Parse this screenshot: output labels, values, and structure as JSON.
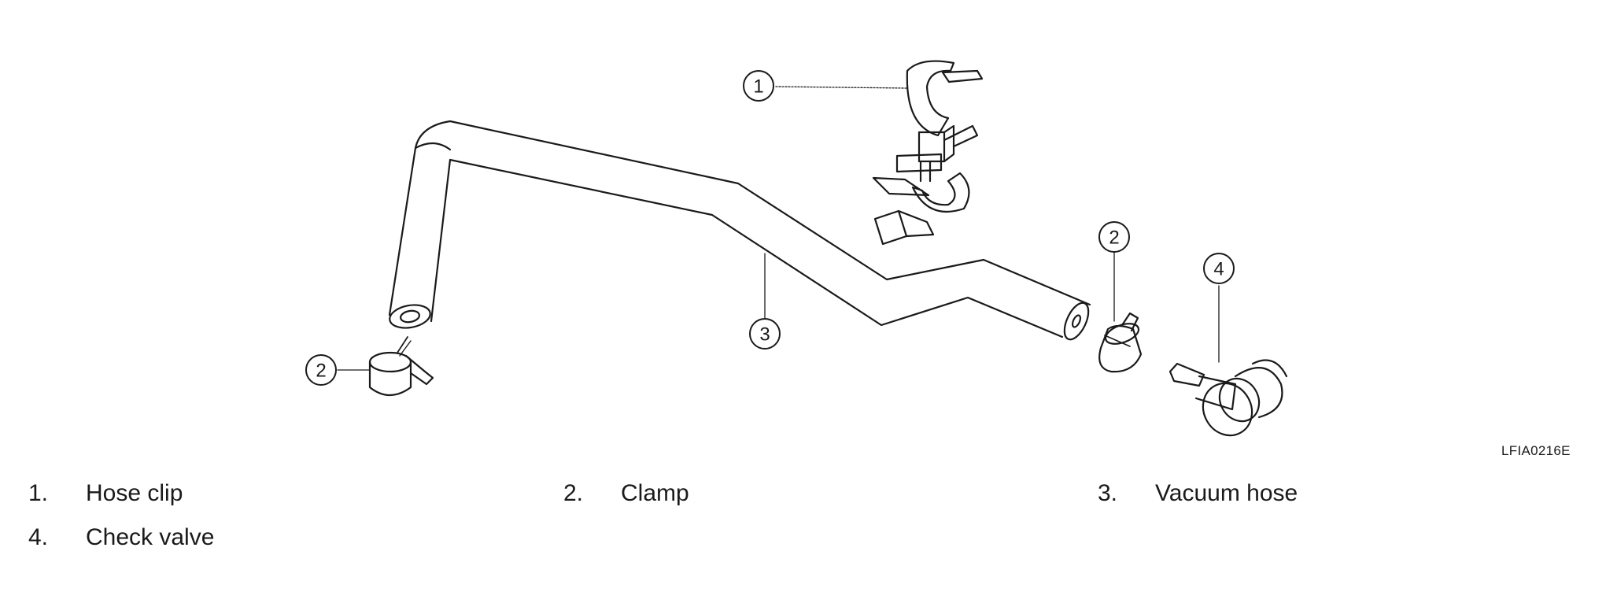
{
  "figure": {
    "code": "LFIA0216E",
    "callouts": [
      "1",
      "2",
      "3",
      "2",
      "4"
    ]
  },
  "legend": [
    {
      "num": "1.",
      "label": "Hose clip"
    },
    {
      "num": "2.",
      "label": "Clamp"
    },
    {
      "num": "3.",
      "label": "Vacuum hose"
    },
    {
      "num": "4.",
      "label": "Check valve"
    }
  ]
}
